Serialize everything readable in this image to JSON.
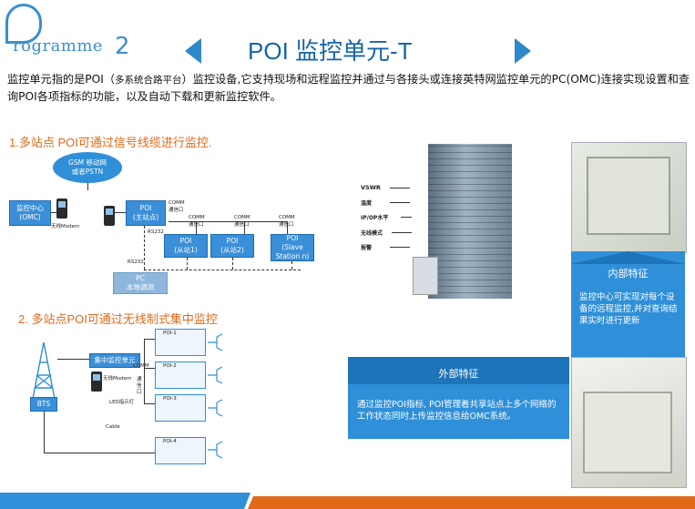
{
  "header": {
    "logo_text": "rogramme",
    "logo_number": "2",
    "title": "POI 监控单元-T"
  },
  "intro": {
    "part1": "监控单元指的是POI（",
    "part1_small": "多系统合路平台",
    "part2": "）监控设备,它支持现场和远程监控并通过与各接头或连接英特网监控单元的PC(OMC)连接实现设置和查询POI各项指标的功能，以及自动下载和更新监控软件。"
  },
  "section1": {
    "heading": "1.多站点 POI可通过信号线缆进行监控.",
    "cloud": "GSM 移动网\n或者PSTN",
    "omc": "监控中心\n(OMC)",
    "modem": "无线Modem",
    "poi_main": "POI\n(主站点)",
    "comm_port": "COMM\n通信口",
    "rs232_a": "RS232",
    "rs232_b": "RS232",
    "poi_slave1": "POI\n(从站1)",
    "poi_slave2": "POI\n(从站2)",
    "poi_slave_n": "POI\n(Slave\nStation n)",
    "pc_local": "PC\n本地调测"
  },
  "section2": {
    "heading": "2. 多站点POI可通过无线制式集中监控",
    "bts": "BTS",
    "center": "集中监控单元",
    "modem": "无线Modem",
    "led": "LED指示灯",
    "comm": "COMM",
    "port_label": "通信口",
    "cable": "Cable",
    "pois": [
      "POI-1",
      "POI-2",
      "POI-3",
      "POI-4"
    ]
  },
  "building": {
    "labels": [
      "VSWR",
      "温度",
      "IP/OP水平",
      "无线模式",
      "报警"
    ]
  },
  "internal": {
    "title": "内部特征",
    "text": "监控中心可实现对每个设备的远程监控,并对查询结果实时进行更新"
  },
  "external": {
    "title": "外部特征",
    "text": "通过监控POI指标, POI管理着共享站点上多个网络的工作状态同时上传监控信息给OMC系统。"
  },
  "colors": {
    "accent_blue": "#2f8fd8",
    "orange": "#e06a1a",
    "title_blue": "#1565a8"
  }
}
